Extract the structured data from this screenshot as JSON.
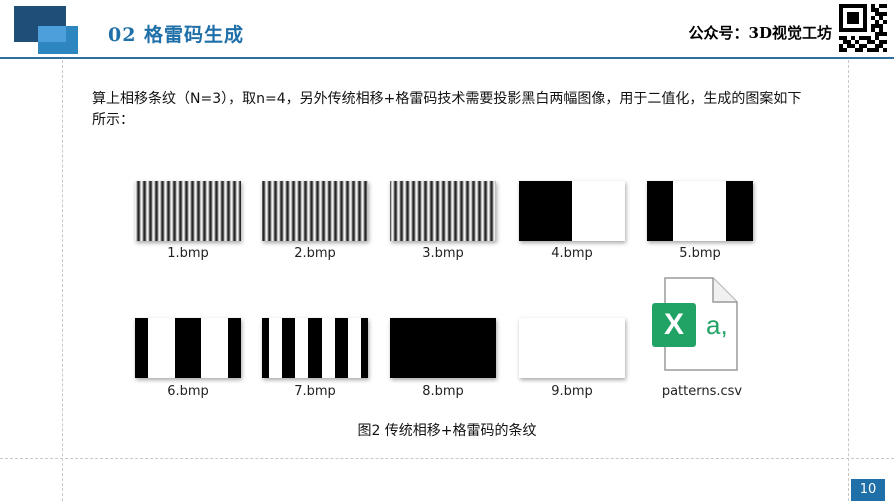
{
  "header": {
    "section_title": "02 格雷码生成",
    "account": "公众号：3D视觉工坊"
  },
  "body": {
    "paragraph": "算上相移条纹（N=3），取n=4，另外传统相移+格雷码技术需要投影黑白两幅图像，用于二值化，生成的图案如下所示："
  },
  "patterns": [
    {
      "file": "1.bmp",
      "kind": "phase-shift fringes"
    },
    {
      "file": "2.bmp",
      "kind": "phase-shift fringes"
    },
    {
      "file": "3.bmp",
      "kind": "phase-shift fringes"
    },
    {
      "file": "4.bmp",
      "kind": "gray code 1"
    },
    {
      "file": "5.bmp",
      "kind": "gray code 2"
    },
    {
      "file": "6.bmp",
      "kind": "gray code 3"
    },
    {
      "file": "7.bmp",
      "kind": "gray code 4"
    },
    {
      "file": "8.bmp",
      "kind": "all black"
    },
    {
      "file": "9.bmp",
      "kind": "all white"
    },
    {
      "file": "patterns.csv",
      "kind": "excel csv file",
      "icon": "excel-csv-icon",
      "icon_letters": "X",
      "icon_suffix": "a,"
    }
  ],
  "caption": "图2 传统相移+格雷码的条纹",
  "page_number": "10",
  "colors": {
    "accent": "#1f6fa8",
    "dark_blue": "#1f4e79",
    "excel_green": "#21a366"
  }
}
